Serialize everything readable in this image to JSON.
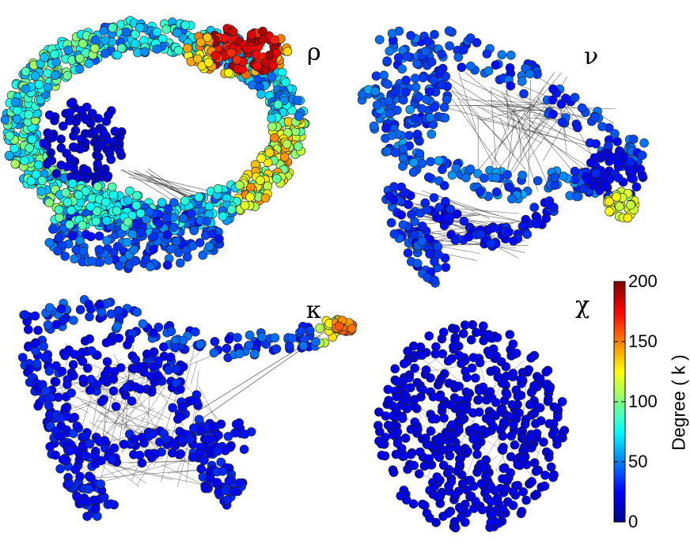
{
  "panels": [
    {
      "id": "rho",
      "label": "ρ"
    },
    {
      "id": "nu",
      "label": "ν"
    },
    {
      "id": "kappa",
      "label": "κ"
    },
    {
      "id": "chi",
      "label": "χ"
    }
  ],
  "colorbar": {
    "title": "Degree ( k )",
    "min": 0,
    "max": 200,
    "ticks": [
      {
        "value": 200,
        "label": "200"
      },
      {
        "value": 150,
        "label": "150"
      },
      {
        "value": 100,
        "label": "100"
      },
      {
        "value": 50,
        "label": "50"
      },
      {
        "value": 0,
        "label": "0"
      }
    ],
    "colormap": "jet",
    "colormap_stops": [
      "#00008f",
      "#0000ff",
      "#00ffff",
      "#ffff00",
      "#ff0000",
      "#800000"
    ]
  },
  "styles": {
    "node_stroke": "#222222",
    "edge_color": "#333333",
    "background": "#ffffff"
  }
}
